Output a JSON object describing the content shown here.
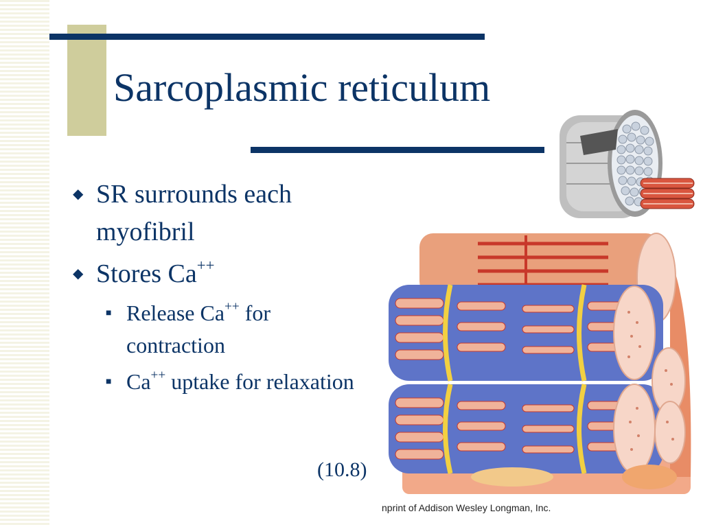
{
  "slide": {
    "title": "Sarcoplasmic reticulum",
    "bullets": [
      {
        "text": "SR surrounds each myofibril"
      },
      {
        "text_before": "Stores Ca",
        "sup": "++",
        "text_after": ""
      }
    ],
    "sub_bullets": [
      {
        "text_before": "Release Ca",
        "sup": "++",
        "text_after": " for contraction"
      },
      {
        "text_before": "Ca",
        "sup": "++",
        "text_after": " uptake for relaxation"
      }
    ],
    "figure_ref": "(10.8)",
    "credit": "nprint of Addison Wesley Longman, Inc."
  },
  "colors": {
    "text": "#0c3466",
    "accent": "#cfcd9c",
    "stripes": "#f4f3e4"
  }
}
